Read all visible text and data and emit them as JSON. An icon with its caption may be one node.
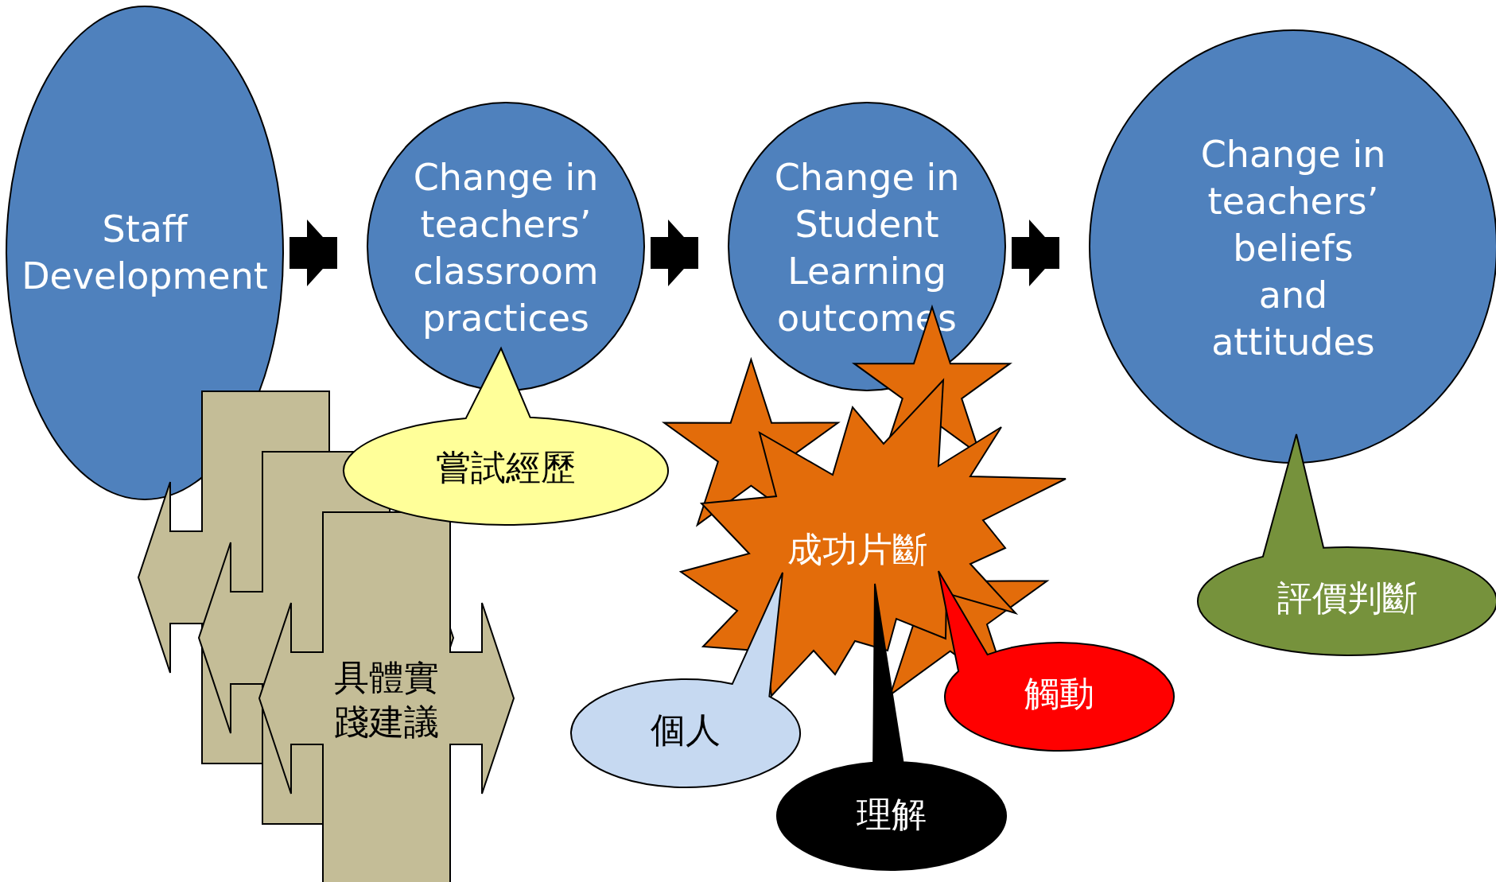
{
  "diagram": {
    "nodes": [
      {
        "text": [
          "Staff Development"
        ]
      },
      {
        "text": [
          "Change in teachers’ classroom practices"
        ]
      },
      {
        "text": [
          "Change in Student Learning outcomes"
        ]
      },
      {
        "text": [
          "Change in teachers’ beliefs and attitudes"
        ]
      },
      {
        "text": [],
        "shape": "arrow"
      },
      {
        "text": [],
        "shape": "arrow"
      },
      {
        "text": [
          "具體實踐建議"
        ]
      },
      {
        "text": [
          "嘗試經歷"
        ]
      },
      {
        "text": [],
        "shape": "star"
      },
      {
        "text": [],
        "shape": "star"
      },
      {
        "text": [],
        "shape": "star"
      },
      {
        "text": [
          "成功片斷"
        ]
      },
      {
        "text": [
          "評價判斷"
        ]
      },
      {
        "text": [
          "觸動"
        ]
      },
      {
        "text": [
          "個人"
        ]
      },
      {
        "text": [
          "理解"
        ]
      }
    ],
    "edges": [
      {
        "from": 0,
        "to": 1,
        "arrow": "to"
      },
      {
        "from": 1,
        "to": 2,
        "arrow": "to"
      },
      {
        "from": 2,
        "to": 3,
        "arrow": "to"
      }
    ]
  }
}
